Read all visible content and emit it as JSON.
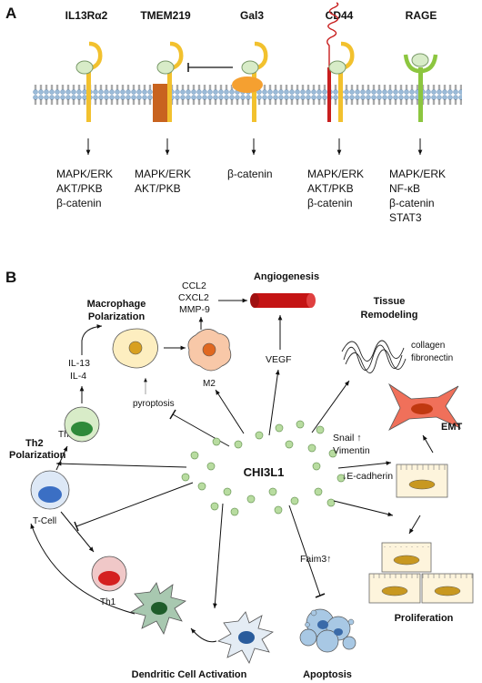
{
  "panel_a": {
    "label": "A",
    "receptors": [
      {
        "name": "IL13Rα2",
        "pathways": [
          "MAPK/ERK",
          "AKT/PKB",
          "β-catenin"
        ]
      },
      {
        "name": "TMEM219",
        "pathways": [
          "MAPK/ERK",
          "AKT/PKB"
        ]
      },
      {
        "name": "Gal3",
        "pathways": [
          "β-catenin"
        ]
      },
      {
        "name": "CD44",
        "pathways": [
          "MAPK/ERK",
          "AKT/PKB",
          "β-catenin"
        ]
      },
      {
        "name": "RAGE",
        "pathways": [
          "MAPK/ERK",
          "NF-κB",
          "β-catenin",
          "STAT3"
        ]
      }
    ]
  },
  "panel_b": {
    "label": "B",
    "center": "CHI3L1",
    "angiogenesis": "Angiogenesis",
    "ccl2": "CCL2",
    "cxcl2": "CXCL2",
    "mmp9": "MMP-9",
    "vegf": "VEGF",
    "macrophage_polarization": [
      "Macrophage",
      "Polarization"
    ],
    "m2": "M2",
    "pyroptosis": "pyroptosis",
    "il13": "IL-13",
    "il4": "IL-4",
    "th2": "Th2",
    "th2_polarization": [
      "Th2",
      "Polarization"
    ],
    "tcell": "T-Cell",
    "th1": "Th1",
    "tissue_remodeling": [
      "Tissue",
      "Remodeling"
    ],
    "collagen": "collagen",
    "fibronectin": "fibronectin",
    "emt": "EMT",
    "snail": "Snail ↑",
    "vimentin": "Vimentin",
    "ecadherin": "↓E-cadherin",
    "faim3": "Faim3↑",
    "proliferation": "Proliferation",
    "apoptosis": "Apoptosis",
    "dendritic": "Dendritic Cell Activation"
  },
  "colors": {
    "membrane": "#9bbbd8",
    "receptor_yellow": "#f2c12e",
    "ligand_green": "#d8ecc8",
    "tmem": "#c8631f",
    "gal3": "#f5a030",
    "cd44_red": "#c81e1e",
    "rage_green": "#8cc63f",
    "vessel_red": "#c41414",
    "emt_cell": "#f0705a",
    "tcell_blue": "#3b6fc4",
    "th1_red": "#d42020",
    "th2_green": "#2f8a3a",
    "dc_green": "#7ba88a",
    "apop_blue": "#7aa7d0"
  }
}
